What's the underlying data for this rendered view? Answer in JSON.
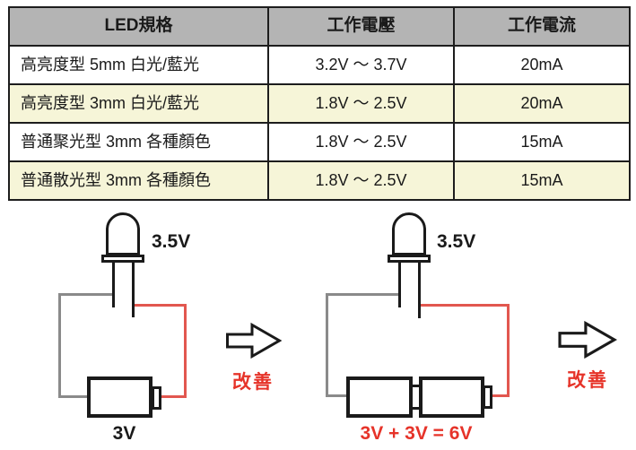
{
  "table": {
    "headers": [
      "LED規格",
      "工作電壓",
      "工作電流"
    ],
    "rows": [
      {
        "spec": "高亮度型 5mm 白光/藍光",
        "voltage": "3.2V ～ 3.7V",
        "current": "20mA",
        "highlighted": false
      },
      {
        "spec": "高亮度型 3mm 白光/藍光",
        "voltage": "1.8V ～ 2.5V",
        "current": "20mA",
        "highlighted": true
      },
      {
        "spec": "普通聚光型 3mm 各種顏色",
        "voltage": "1.8V ～ 2.5V",
        "current": "15mA",
        "highlighted": false
      },
      {
        "spec": "普通散光型 3mm 各種顏色",
        "voltage": "1.8V ～ 2.5V",
        "current": "15mA",
        "highlighted": true
      }
    ],
    "colors": {
      "header_bg": "#b4b4b4",
      "highlight_bg": "#f6f5d8",
      "border": "#1d1d1d"
    }
  },
  "diagram": {
    "before_circuit": {
      "led_voltage_label": "3.5V",
      "battery_label": "3V"
    },
    "after_circuit": {
      "led_voltage_label": "3.5V",
      "battery_label": "3V + 3V = 6V"
    },
    "improve_label_1": "改善",
    "improve_label_2": "改善",
    "colors": {
      "wire_neutral": "#8a8a8a",
      "wire_positive": "#e2574f",
      "accent_red": "#e63329",
      "outline": "#1a1a1a"
    }
  }
}
